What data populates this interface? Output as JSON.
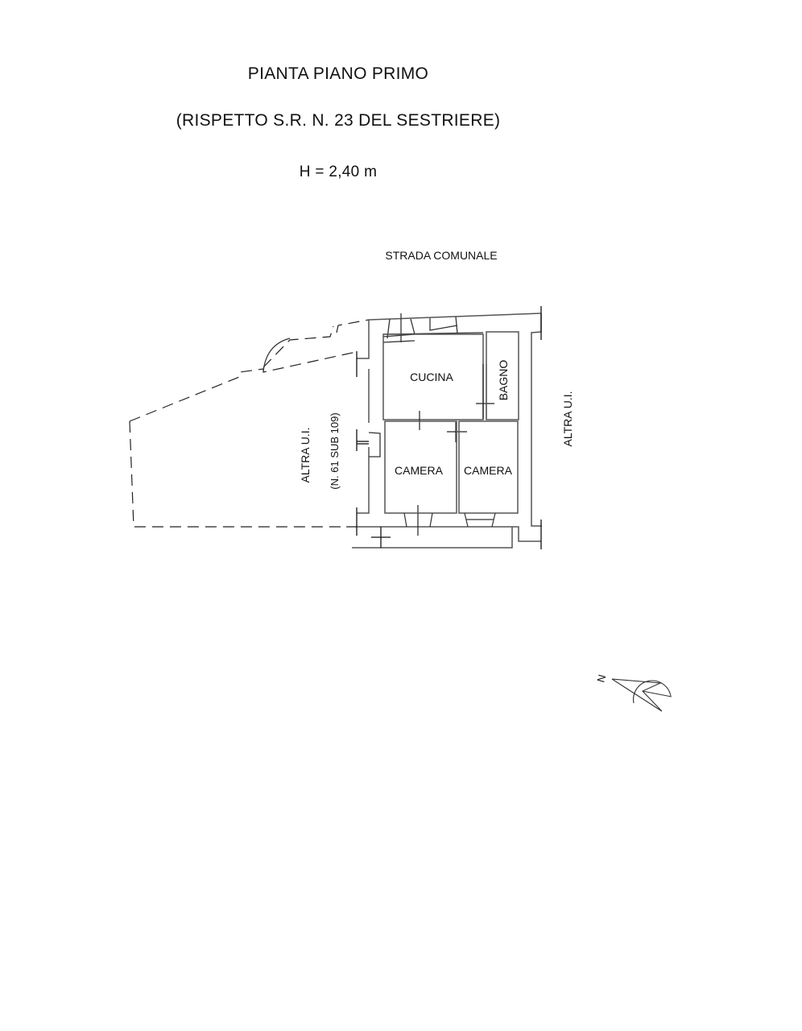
{
  "header": {
    "title": "PIANTA PIANO PRIMO",
    "subtitle": "(RISPETTO S.R. N. 23 DEL SESTRIERE)",
    "height_note": "H = 2,40 m"
  },
  "plan": {
    "street_label": "STRADA COMUNALE",
    "rooms": [
      {
        "name": "CUCINA"
      },
      {
        "name": "BAGNO"
      },
      {
        "name": "CAMERA"
      },
      {
        "name": "CAMERA"
      }
    ],
    "neighbors": {
      "left_label": "ALTRA U.I.",
      "left_sublabel": "(N. 61 SUB 109)",
      "right_label": "ALTRA U.I."
    },
    "north_arrow": {
      "icon": "north-arrow-icon",
      "label": "N"
    }
  }
}
